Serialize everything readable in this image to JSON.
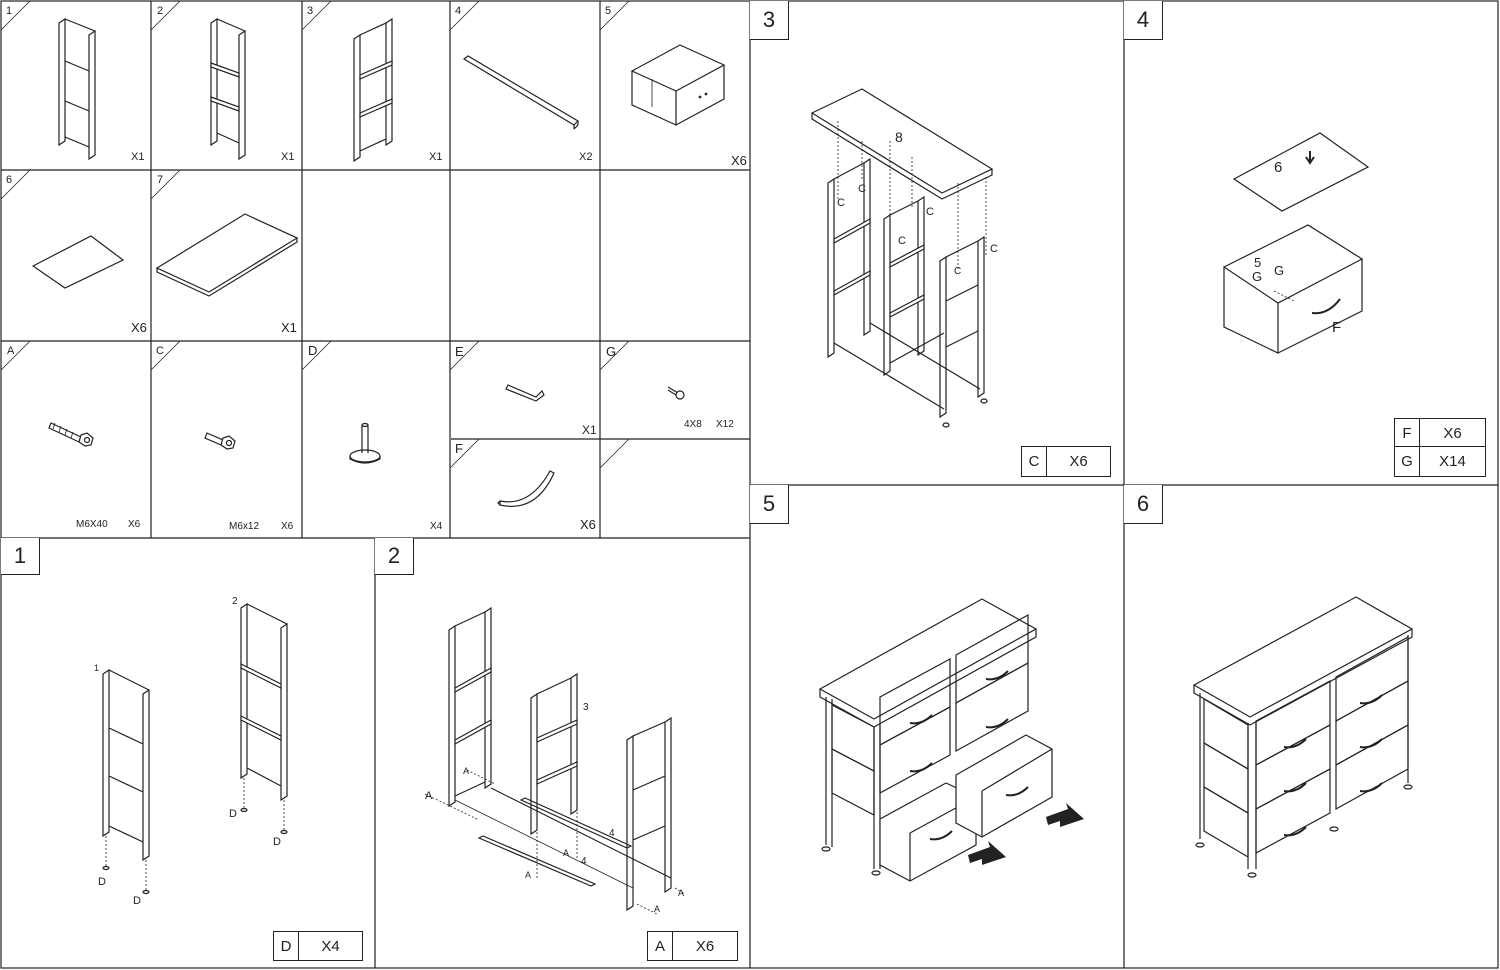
{
  "parts": [
    {
      "id": "1",
      "qty": "X1"
    },
    {
      "id": "2",
      "qty": "X1"
    },
    {
      "id": "3",
      "qty": "X1"
    },
    {
      "id": "4",
      "qty": "X2"
    },
    {
      "id": "5",
      "qty": "X6"
    },
    {
      "id": "6",
      "qty": "X6"
    },
    {
      "id": "7",
      "qty": "X1"
    }
  ],
  "hardware": [
    {
      "id": "A",
      "spec": "M6X40",
      "qty": "X6"
    },
    {
      "id": "C",
      "spec": "M6x12",
      "qty": "X6"
    },
    {
      "id": "D",
      "spec": "",
      "qty": "X4"
    },
    {
      "id": "E",
      "spec": "",
      "qty": "X1"
    },
    {
      "id": "G",
      "spec": "4X8",
      "qty": "X12"
    },
    {
      "id": "F",
      "spec": "",
      "qty": "X6"
    }
  ],
  "steps": [
    {
      "number": "1",
      "labels": [
        "1",
        "2",
        "D",
        "D",
        "D",
        "D"
      ],
      "legend": {
        "key": "D",
        "qty": "X4"
      }
    },
    {
      "number": "2",
      "labels": [
        "3",
        "A",
        "A",
        "A",
        "A",
        "A",
        "A",
        "4",
        "4"
      ],
      "legend": {
        "key": "A",
        "qty": "X6"
      }
    },
    {
      "number": "3",
      "labels": [
        "8",
        "C",
        "C",
        "C",
        "C",
        "C",
        "C"
      ],
      "legend": {
        "key": "C",
        "qty": "X6"
      }
    },
    {
      "number": "4",
      "labels": [
        "6",
        "5",
        "G",
        "G",
        "F"
      ],
      "legend": [
        {
          "key": "F",
          "qty": "X6"
        },
        {
          "key": "G",
          "qty": "X14"
        }
      ]
    },
    {
      "number": "5",
      "labels": []
    },
    {
      "number": "6",
      "labels": []
    }
  ]
}
